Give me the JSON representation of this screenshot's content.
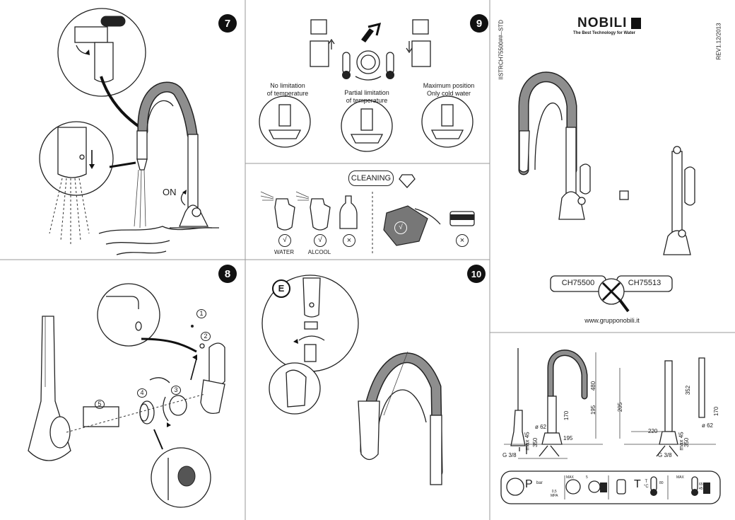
{
  "steps": {
    "s7": "7",
    "s8": "8",
    "s9": "9",
    "s10": "10"
  },
  "step7": {
    "on_label": "ON"
  },
  "step9": {
    "no_limit": "No limitation\nof temperature",
    "partial": "Partial limitation\nof temperature",
    "max": "Maximum position\nOnly cold water"
  },
  "cleaning": {
    "title": "CLEANING",
    "water": "WATER",
    "alcool": "ALCOOL",
    "check": "√",
    "cross": "×"
  },
  "step8": {
    "n1": "1",
    "n2": "2",
    "n3": "3",
    "n4": "4",
    "n5": "5"
  },
  "step10": {
    "e": "E"
  },
  "brand": {
    "logo": "NOBILI",
    "tagline": "The Best Technology for Water",
    "doc_code": "IISTRCH75500##--STD",
    "rev": "REV1.12/2013",
    "model_a": "CH75500",
    "model_b": "CH75513",
    "website": "www.grupponobili.it"
  },
  "dimensions": {
    "left": {
      "h480": "480",
      "h195": "195",
      "h170": "170",
      "d62": "ø 62",
      "max45": "max 45",
      "h350": "350",
      "w195": "195",
      "g38": "G 3/8"
    },
    "right": {
      "h352": "352",
      "h205": "205",
      "h170": "170",
      "d62": "ø 62",
      "w220": "220",
      "max45": "max 45",
      "h350": "350",
      "g38": "G 3/8"
    }
  },
  "specs": {
    "p": "P",
    "bar": "bar",
    "max": "MAX",
    "min_p": "0,5\nMPA",
    "val5": "5",
    "t": "T",
    "tc": "T\n°C",
    "max80": "80",
    "min65": "65\n45"
  },
  "colors": {
    "hose": "#8e8e8e",
    "ink": "#222222"
  }
}
